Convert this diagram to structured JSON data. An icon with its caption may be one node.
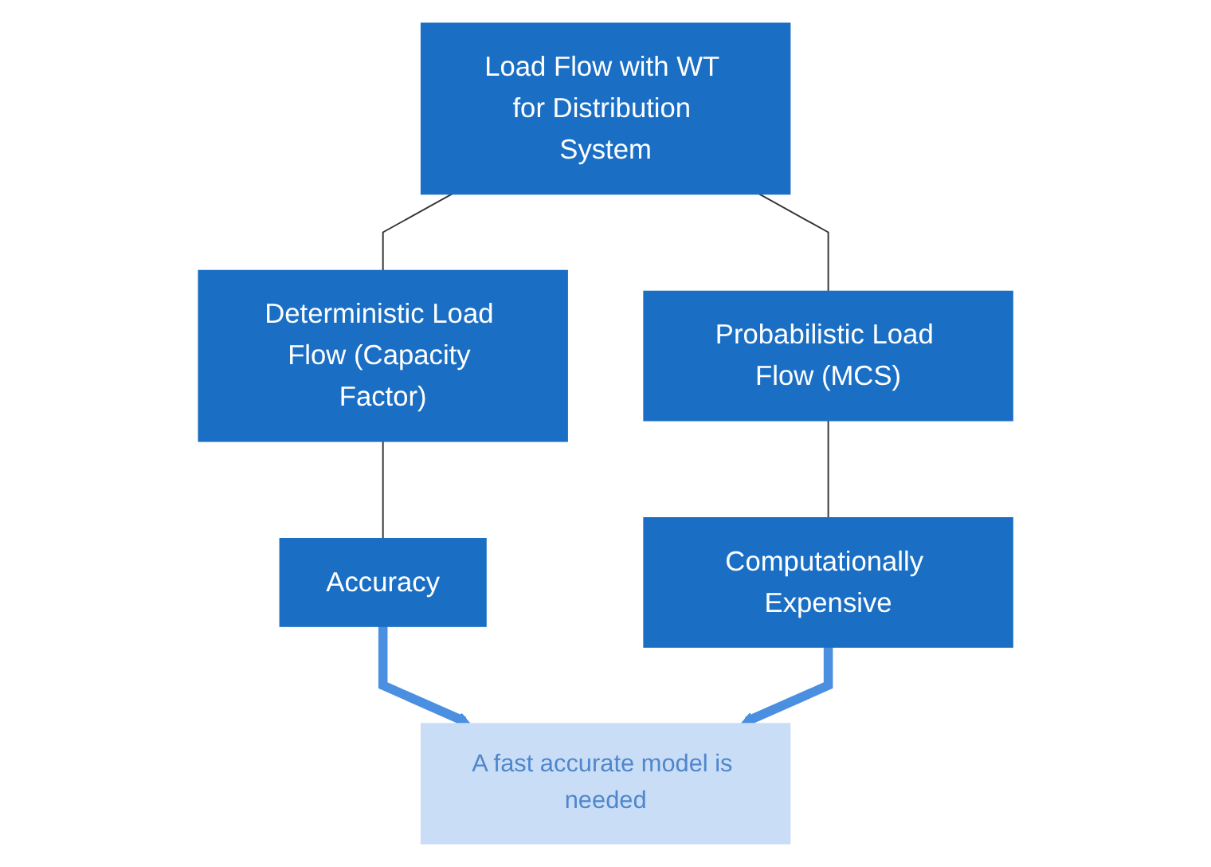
{
  "diagram": {
    "nodes": [
      {
        "text": [
          "Load Flow with WT for Distribution System"
        ]
      },
      {
        "text": [
          "Deterministic Load Flow (Capacity Factor)"
        ]
      },
      {
        "text": [
          "Probabilistic Load Flow (MCS)"
        ]
      },
      {
        "text": [
          "Accuracy"
        ]
      },
      {
        "text": [
          "Computationally Expensive"
        ]
      },
      {
        "text": [
          "A fast accurate model is needed"
        ]
      }
    ],
    "edges": [
      {
        "from": 0,
        "to": 1,
        "arrow": "none"
      },
      {
        "from": 0,
        "to": 2,
        "arrow": "none"
      },
      {
        "from": 1,
        "to": 3,
        "arrow": "none"
      },
      {
        "from": 2,
        "to": 4,
        "arrow": "none"
      },
      {
        "from": 3,
        "to": 5,
        "arrow": "to",
        "style": "thick",
        "color": "#4a8fe0"
      },
      {
        "from": 4,
        "to": 5,
        "arrow": "to",
        "style": "thick",
        "color": "#4a8fe0"
      }
    ]
  }
}
